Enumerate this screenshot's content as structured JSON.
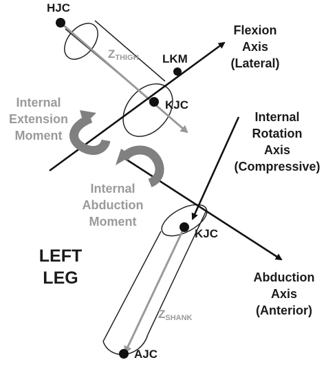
{
  "points": {
    "hjc": "HJC",
    "lkm": "LKM",
    "kjc_thigh": "KJC",
    "kjc_shank": "KJC",
    "ajc": "AJC"
  },
  "axes": {
    "flexion_line1": "Flexion",
    "flexion_line2": "Axis",
    "flexion_line3": "(Lateral)",
    "rotation_line1": "Internal",
    "rotation_line2": "Rotation",
    "rotation_line3": "Axis",
    "rotation_line4": "(Compressive)",
    "abduction_line1": "Abduction",
    "abduction_line2": "Axis",
    "abduction_line3": "(Anterior)",
    "z_thigh_main": "Z",
    "z_thigh_sub": "THIGH",
    "z_shank_main": "Z",
    "z_shank_sub": "SHANK"
  },
  "moments": {
    "extension_line1": "Internal",
    "extension_line2": "Extension",
    "extension_line3": "Moment",
    "abduction_line1": "Internal",
    "abduction_line2": "Abduction",
    "abduction_line3": "Moment"
  },
  "side_label": {
    "line1": "LEFT",
    "line2": "LEG"
  },
  "colors": {
    "axis": "#111111",
    "segment_axis": "#9a9a9a",
    "moment_arrow": "#808080",
    "label_dark": "#1a1a1a",
    "label_gray": "#9a9a9a"
  }
}
